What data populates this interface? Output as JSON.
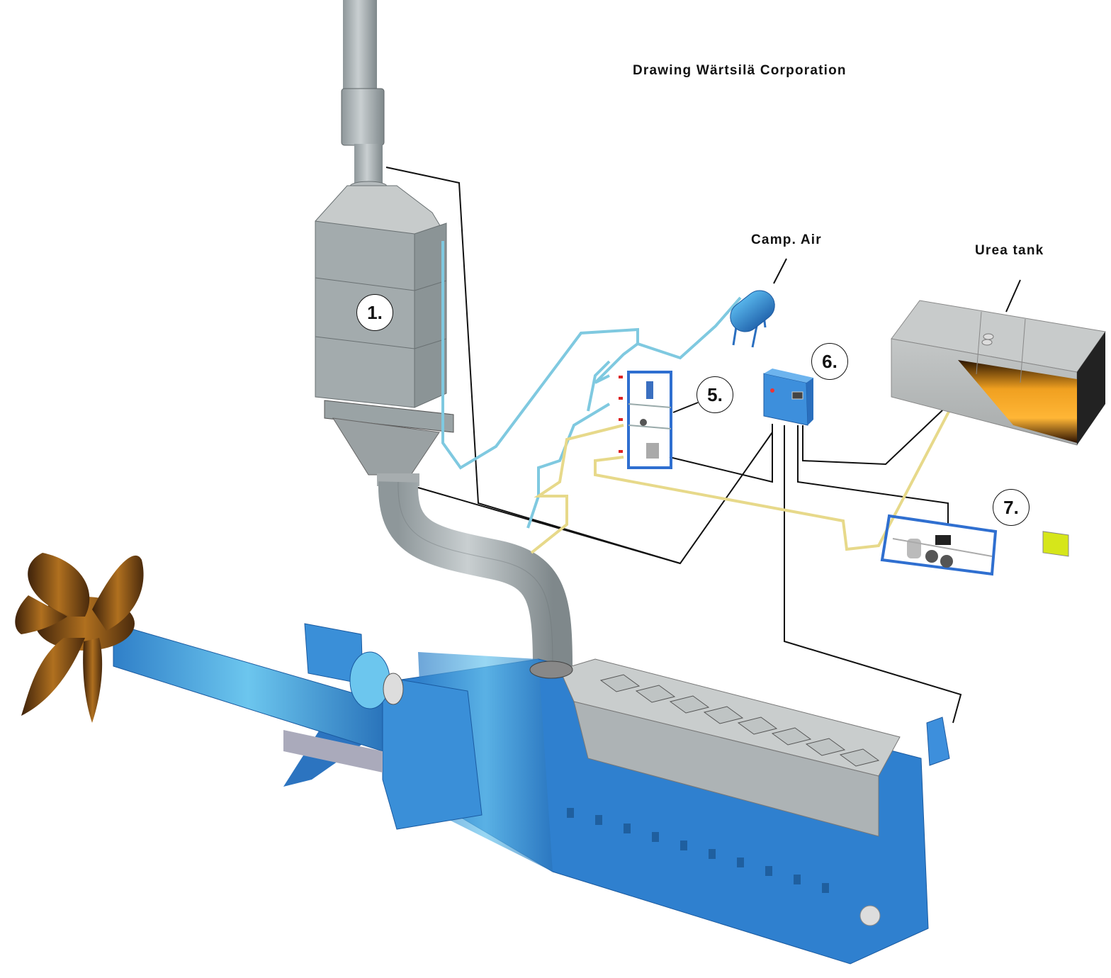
{
  "credit": "Drawing Wärtsilä Corporation",
  "labels": {
    "compressed_air": "Camp. Air",
    "urea_tank": "Urea tank"
  },
  "callouts": [
    {
      "id": "1",
      "text": "1.",
      "component": "SCR reactor"
    },
    {
      "id": "5",
      "text": "5.",
      "component": "air / urea valve panel"
    },
    {
      "id": "6",
      "text": "6.",
      "component": "control cabinet"
    },
    {
      "id": "7",
      "text": "7.",
      "component": "urea pump unit"
    }
  ],
  "colors": {
    "machinery_blue": "#3a8fd8",
    "machinery_blue_light": "#6cc6ee",
    "steel_grey": "#a9b0b3",
    "propeller_bronze": "#7a4a1a",
    "air_line": "#7fc9e0",
    "urea_line": "#e7d98a",
    "signal_line": "#111111",
    "urea_fill": "#f5a623"
  }
}
